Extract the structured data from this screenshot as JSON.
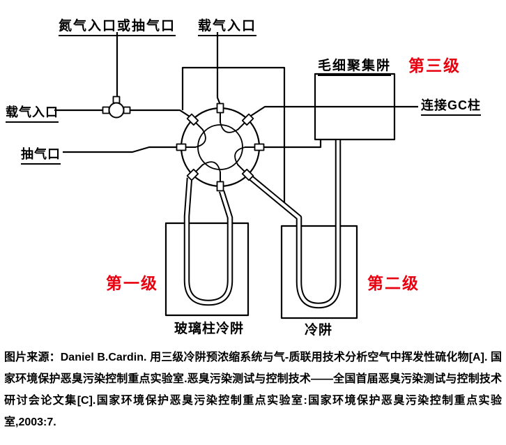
{
  "diagram": {
    "port_labels": {
      "n2_or_pump_inlet": "氮气入口或抽气口",
      "carrier_gas_inlet_top": "载气入口",
      "carrier_gas_inlet_left": "载气入口",
      "pump_port": "抽气口",
      "capillary_trap": "毛细聚集阱",
      "gc_column": "连接GC柱",
      "glass_column_trap": "玻璃柱冷阱",
      "cold_trap": "冷阱"
    },
    "stage_labels": {
      "stage1": "第一级",
      "stage2": "第二级",
      "stage3": "第三级"
    },
    "colors": {
      "stage_red": "#e8000f",
      "line": "#000000",
      "background": "#ffffff"
    }
  },
  "caption": {
    "text": "图片来源：Daniel B.Cardin. 用三级冷阱预浓缩系统与气-质联用技术分析空气中挥发性硫化物[A]. 国家环境保护恶臭污染控制重点实验室.恶臭污染测试与控制技术——全国首届恶臭污染测试与控制技术研讨会论文集[C].国家环境保护恶臭污染控制重点实验室:国家环境保护恶臭污染控制重点实验室,2003:7."
  }
}
